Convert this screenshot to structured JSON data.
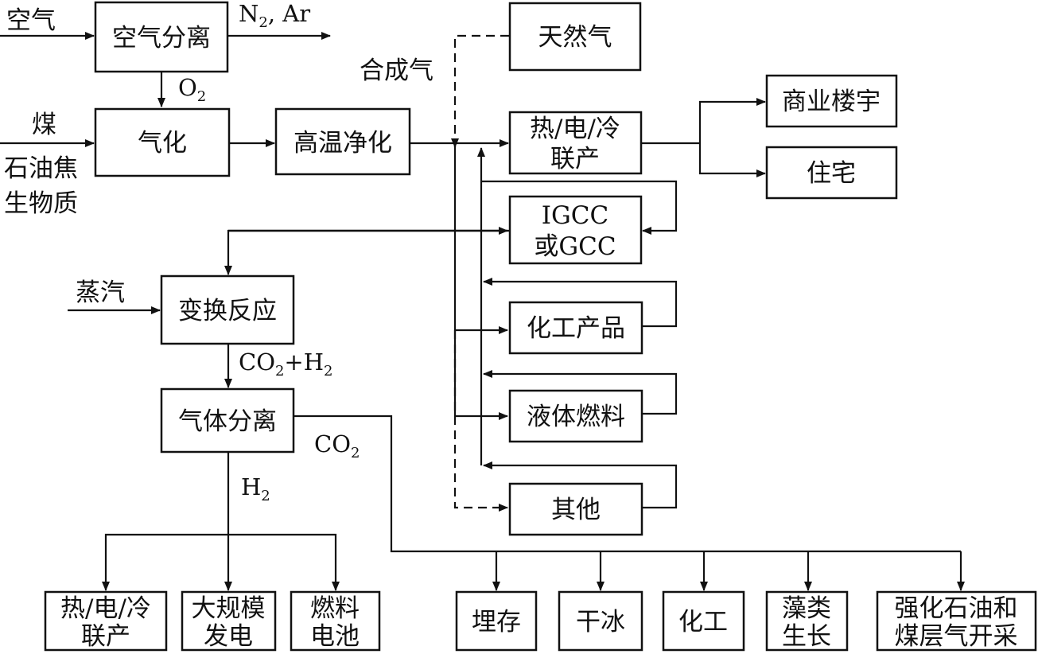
{
  "nodes": {
    "air_separation": "空气分离",
    "gasification": "气化",
    "hot_purification": "高温净化",
    "natural_gas": "天然气",
    "chp_top_line1": "热/电/冷",
    "chp_top_line2": "联产",
    "commercial_buildings": "商业楼宇",
    "residential": "住宅",
    "igcc_line1": "IGCC",
    "igcc_line2": "或GCC",
    "shift_reaction": "变换反应",
    "chemical_products": "化工产品",
    "liquid_fuels": "液体燃料",
    "others": "其他",
    "gas_separation": "气体分离",
    "chp_bottom_line1": "热/电/冷",
    "chp_bottom_line2": "联产",
    "large_power_line1": "大规模",
    "large_power_line2": "发电",
    "fuel_cell_line1": "燃料",
    "fuel_cell_line2": "电池",
    "storage": "埋存",
    "dry_ice": "干冰",
    "chemical": "化工",
    "algae_line1": "藻类",
    "algae_line2": "生长",
    "eor_line1": "强化石油和",
    "eor_line2": "煤层气开采"
  },
  "labels": {
    "air": "空气",
    "n2_ar": {
      "a": "N",
      "sub": "2",
      "b": ", Ar"
    },
    "o2": {
      "a": "O",
      "sub": "2"
    },
    "coal": "煤",
    "petroleum_coke": "石油焦",
    "biomass": "生物质",
    "syngas": "合成气",
    "steam": "蒸汽",
    "co2_h2": {
      "a": "CO",
      "sub1": "2",
      "b": "+H",
      "sub2": "2"
    },
    "co2": {
      "a": "CO",
      "sub": "2"
    },
    "h2": {
      "a": "H",
      "sub": "2"
    }
  }
}
